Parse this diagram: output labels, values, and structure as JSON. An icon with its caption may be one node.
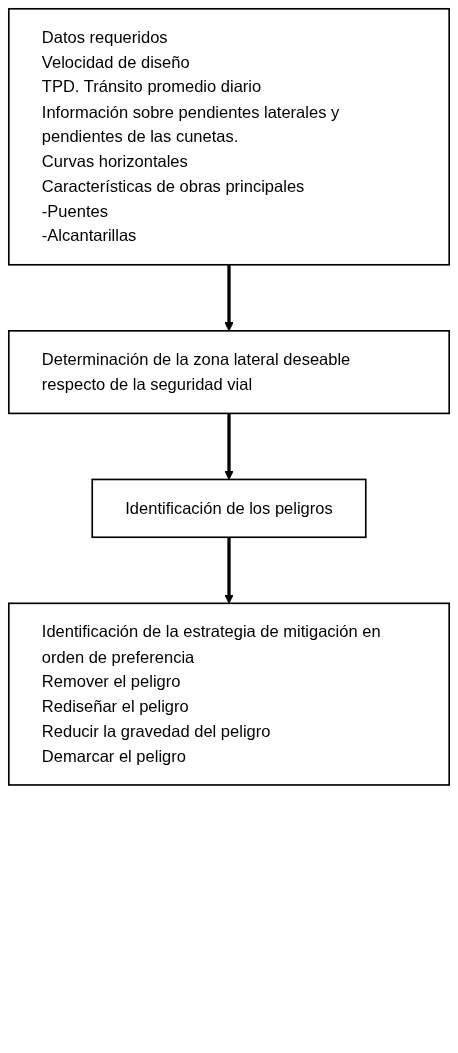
{
  "diagram": {
    "nodes": [
      {
        "text": [
          "Datos requeridos",
          "Velocidad de diseño",
          "TPD. Tránsito promedio diario",
          "Información sobre pendientes laterales y pendientes de las cunetas.",
          "Curvas horizontales",
          "Características de obras principales",
          "-Puentes",
          "-Alcantarillas"
        ]
      },
      {
        "text": [
          "Determinación de la zona lateral deseable respecto de la seguridad vial"
        ]
      },
      {
        "text": [
          "Identificación de los peligros"
        ]
      },
      {
        "text": [
          "Identificación de la estrategia de mitigación en orden de preferencia",
          "Remover el peligro",
          "Rediseñar el peligro",
          "Reducir la gravedad del peligro",
          "Demarcar el peligro"
        ]
      }
    ],
    "edges": [
      {
        "from": 0,
        "to": 1,
        "arrow": "to"
      },
      {
        "from": 1,
        "to": 2,
        "arrow": "to"
      },
      {
        "from": 2,
        "to": 3,
        "arrow": "to"
      }
    ]
  }
}
